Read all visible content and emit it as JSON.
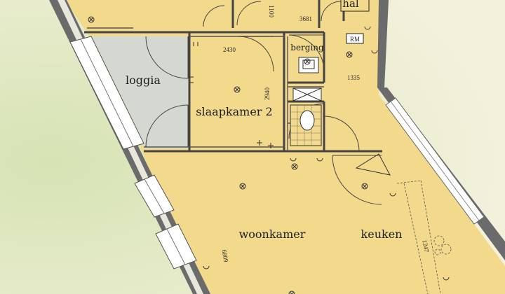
{
  "rooms": {
    "hal": "hal",
    "loggia": "loggia",
    "slaapkamer": "slaapkamer 2",
    "berging": "berging",
    "woonkamer": "woonkamer",
    "keuken": "keuken"
  },
  "dimensions": {
    "d3681": "3681",
    "d1100": "1100",
    "d2430": "2430",
    "d2940": "2940",
    "d1335": "1335",
    "d6809": "6809",
    "d1247": "1247"
  },
  "labels": {
    "rm": "RM"
  },
  "colors": {
    "background": "#eef0d8",
    "floor": "#f2d98c",
    "loggia": "#d4d6d2",
    "wall": "#5a5a5a"
  }
}
